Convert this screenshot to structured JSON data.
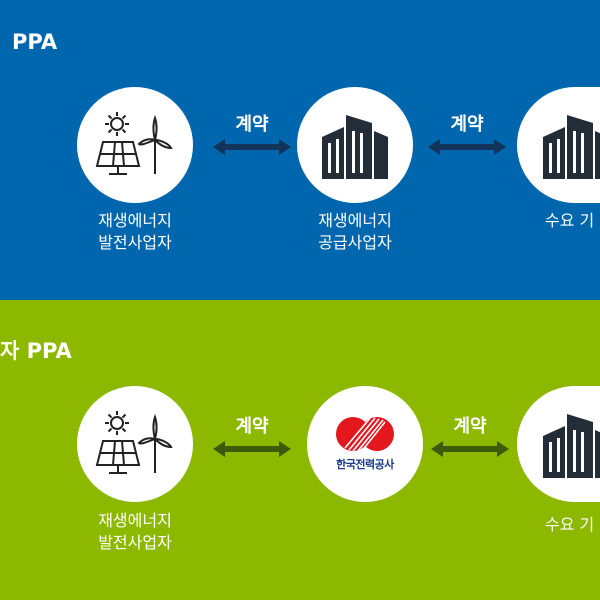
{
  "colors": {
    "top_bg": "#0066ad",
    "bottom_bg": "#8cb800",
    "top_arrow": "#12345a",
    "bottom_arrow": "#3d5a0b"
  },
  "top": {
    "title": "PPA",
    "contract_left": "계약",
    "contract_right": "계약",
    "nodes": [
      {
        "icon": "solar-wind-icon",
        "line1": "재생에너지",
        "line2": "발전사업자"
      },
      {
        "icon": "building-icon",
        "line1": "재생에너지",
        "line2": "공급사업자"
      },
      {
        "icon": "building-icon",
        "line1": "수요 기"
      }
    ]
  },
  "bottom": {
    "title": "자 PPA",
    "contract_left": "계약",
    "contract_right": "계약",
    "nodes": [
      {
        "icon": "solar-wind-icon",
        "line1": "재생에너지",
        "line2": "발전사업자"
      },
      {
        "icon": "kepco-logo",
        "logo_text": "한국전력공사"
      },
      {
        "icon": "building-icon",
        "line1": "수요 기"
      }
    ]
  }
}
